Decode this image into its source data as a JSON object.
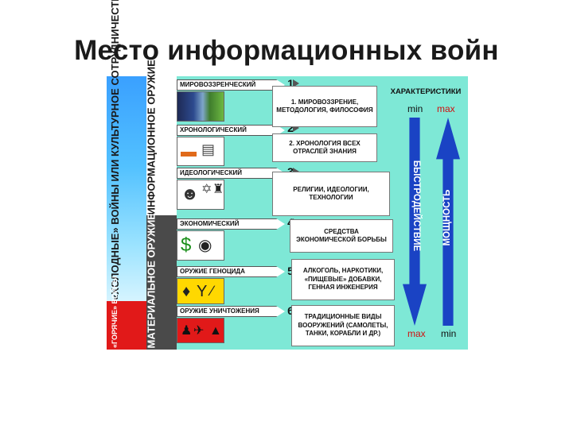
{
  "title": "Место информационных войн",
  "bands": {
    "cold": "«ХОЛОДНЫЕ» ВОЙНЫ ИЛИ КУЛЬТУРНОЕ СОТРУДНИЧЕСТВО",
    "hot": "«ГОРЯЧИЕ» ВОЙНЫ"
  },
  "weapon_types": {
    "info": "ИНФОРМАЦИОННОЕ ОРУЖИЕ",
    "material": "МАТЕРИАЛЬНОЕ ОРУЖИЕ"
  },
  "levels": [
    {
      "label": "МИРОВОЗЗРЕНЧЕСКИЙ",
      "num": "1",
      "desc": "1. МИРОВОЗЗРЕНИЕ, МЕТОДОЛОГИЯ, ФИЛОСОФИЯ"
    },
    {
      "label": "ХРОНОЛОГИЧЕСКИЙ",
      "num": "2",
      "desc": "2. ХРОНОЛОГИЯ ВСЕХ ОТРАСЛЕЙ ЗНАНИЯ"
    },
    {
      "label": "ИДЕОЛОГИЧЕСКИЙ",
      "num": "3",
      "desc": "РЕЛИГИИ, ИДЕОЛОГИИ, ТЕХНОЛОГИИ"
    },
    {
      "label": "ЭКОНОМИЧЕСКИЙ",
      "num": "4",
      "desc": "СРЕДСТВА ЭКОНОМИЧЕСКОЙ БОРЬБЫ"
    },
    {
      "label": "ОРУЖИЕ ГЕНОЦИДА",
      "num": "5",
      "desc": "АЛКОГОЛЬ, НАРКОТИКИ, «ПИЩЕВЫЕ» ДОБАВКИ, ГЕННАЯ ИНЖЕНЕРИЯ"
    },
    {
      "label": "ОРУЖИЕ УНИЧТОЖЕНИЯ",
      "num": "6",
      "desc": "ТРАДИЦИОННЫЕ ВИДЫ ВООРУЖЕНИЙ (САМОЛЕТЫ, ТАНКИ, КОРАБЛИ И ДР.)"
    }
  ],
  "characteristics": {
    "title": "ХАРАКТЕРИСТИКИ",
    "min_top": "min",
    "max_top": "max",
    "max_bottom": "max",
    "min_bottom": "min",
    "speed": "БЫСТРОДЕЙСТВИЕ",
    "power": "МОЩНОСТЬ"
  },
  "icons": [
    "earth-landscape-icon",
    "book-icon",
    "portrait-icon",
    "money-icon",
    "bottle-icon",
    "tank-icon"
  ],
  "colors": {
    "background": "#7ee8d6",
    "hot_band": "#e11919",
    "cold_band": "#3aa0ff",
    "material_column": "#4a4a4a",
    "arrow_blue": "#1a43c4",
    "max_red": "#d01010"
  }
}
